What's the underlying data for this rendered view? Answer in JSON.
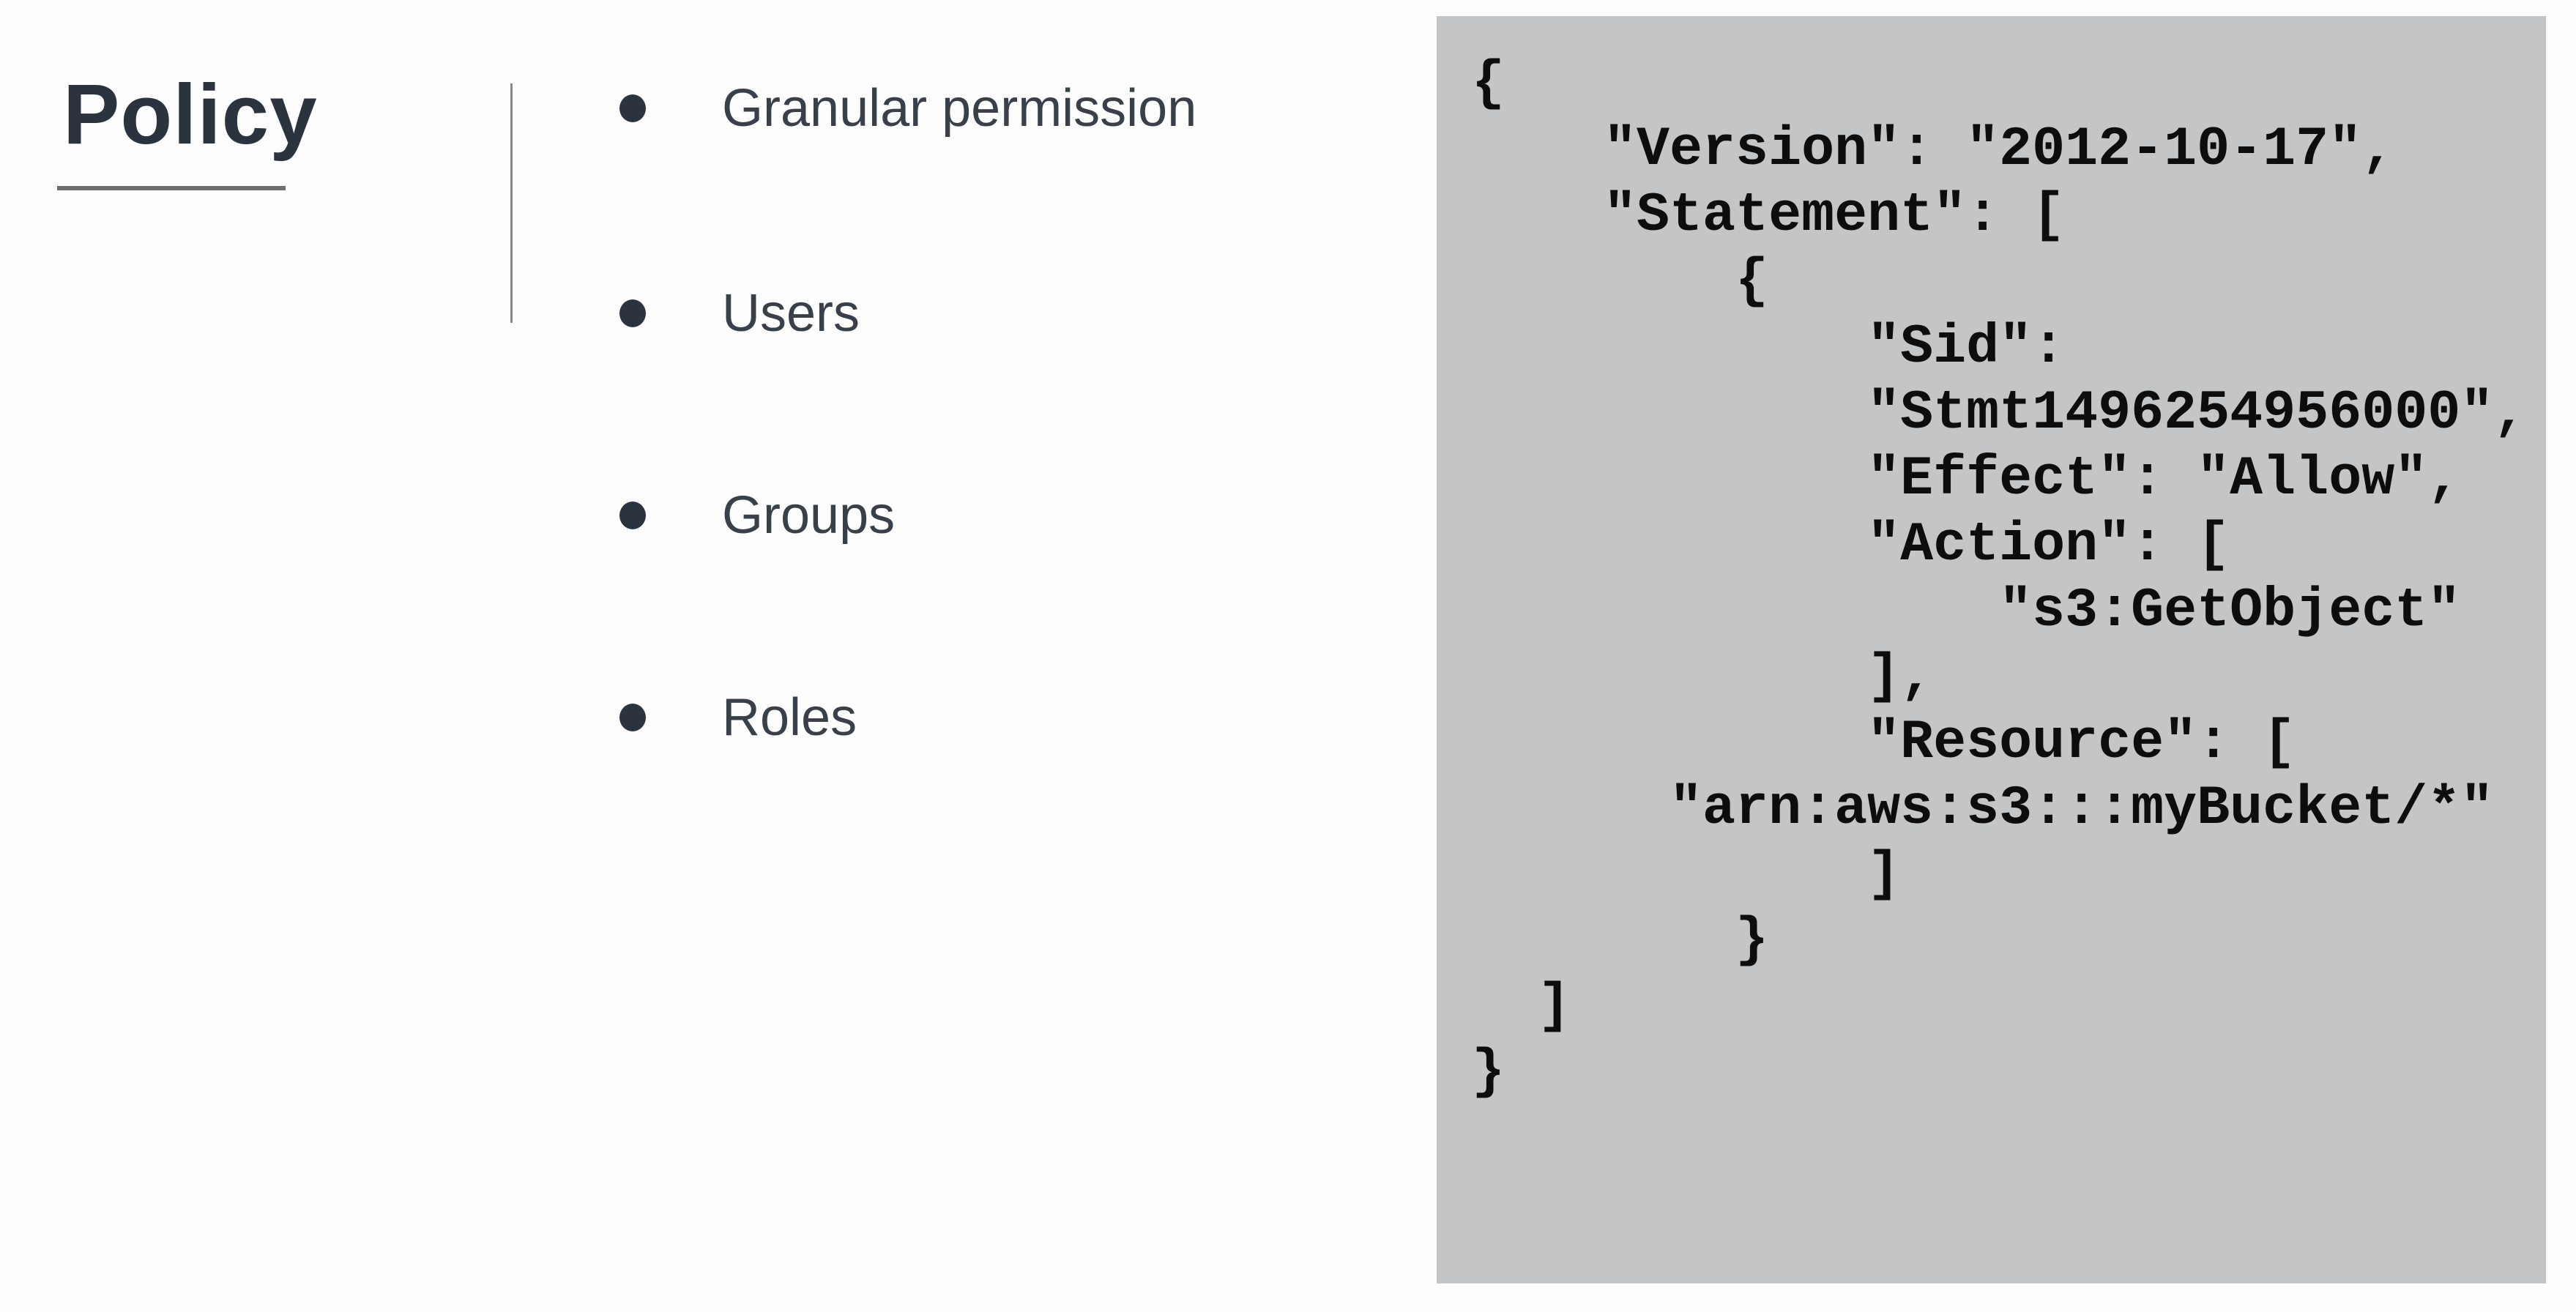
{
  "slide": {
    "title": "Policy",
    "bullets": [
      "Granular permission",
      "Users",
      "Groups",
      "Roles"
    ],
    "code_lines": [
      "{",
      "    \"Version\": \"2012-10-17\",",
      "    \"Statement\": [",
      "        {",
      "            \"Sid\":",
      "            \"Stmt1496254956000\",",
      "            \"Effect\": \"Allow\",",
      "            \"Action\": [",
      "                \"s3:GetObject\"",
      "            ],",
      "            \"Resource\": [",
      "      \"arn:aws:s3:::myBucket/*\"",
      "            ]",
      "        }",
      "  ]",
      "}"
    ],
    "colors": {
      "background": "#fdfdfd",
      "code_panel_bg": "#c4c5c7",
      "title_text": "#2a333e",
      "bullet_text": "#39404a",
      "code_text": "#0d0d0d",
      "underline": "#6f6f6f",
      "divider": "#85878a"
    }
  }
}
